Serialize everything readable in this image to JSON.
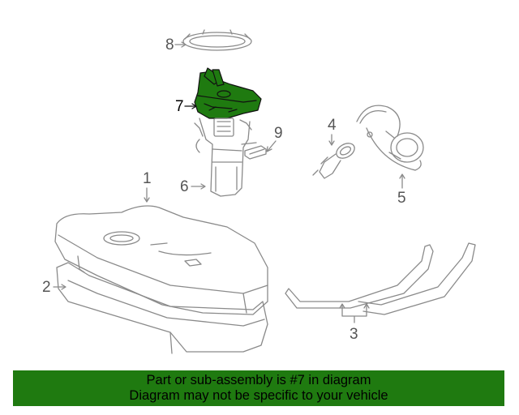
{
  "diagram": {
    "callouts": [
      {
        "id": "8",
        "label": "8"
      },
      {
        "id": "7",
        "label": "7"
      },
      {
        "id": "9",
        "label": "9"
      },
      {
        "id": "6",
        "label": "6"
      },
      {
        "id": "4",
        "label": "4"
      },
      {
        "id": "5",
        "label": "5"
      },
      {
        "id": "1",
        "label": "1"
      },
      {
        "id": "2",
        "label": "2"
      },
      {
        "id": "3",
        "label": "3"
      }
    ],
    "highlighted_part": "7"
  },
  "banner": {
    "line1": "Part or sub-assembly is #7 in diagram",
    "line2": "Diagram may not be specific to your vehicle"
  },
  "colors": {
    "highlight": "#1f7a10",
    "line": "#8a8a8a",
    "banner_bg": "#1f7a10"
  }
}
